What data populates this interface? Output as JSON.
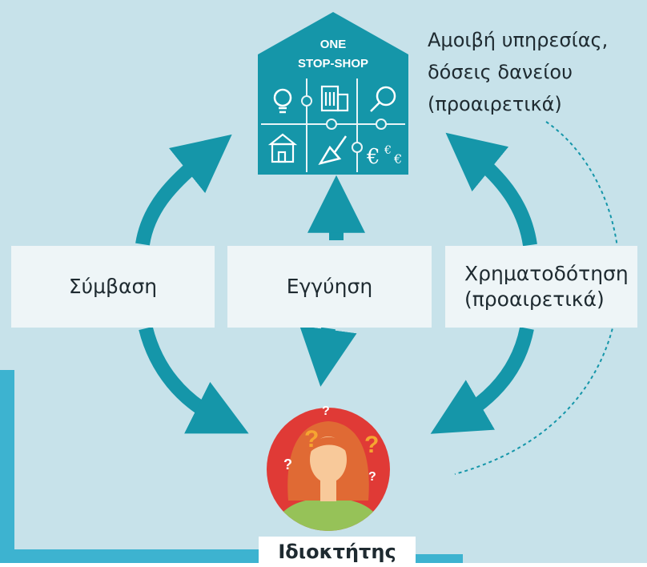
{
  "house": {
    "line1": "ONE",
    "line2": "STOP-SHOP"
  },
  "labels": {
    "service_fee": [
      "Αμοιβή υπηρεσίας,",
      "δόσεις δανείου",
      "(προαιρετικά)"
    ],
    "contract": "Σύμβαση",
    "guarantee": "Εγγύηση",
    "financing": [
      "Χρηματοδότηση",
      "(προαιρετικά)"
    ],
    "owner": "Ιδιοκτήτης"
  },
  "icons": [
    "lightbulb-icon",
    "office-building-icon",
    "magnifier-icon",
    "house-icon",
    "trowel-icon",
    "euro-icon",
    "person-with-questions-icon"
  ],
  "colors": {
    "background": "#c7e2ea",
    "teal": "#1596a9",
    "left_strip": "#3db3d0",
    "panel": "#eef5f7",
    "circle": "#e03a36",
    "question_marks": "#f6a531",
    "hair": "#e06a34",
    "skin": "#f8c99a",
    "shirt": "#96c258"
  }
}
